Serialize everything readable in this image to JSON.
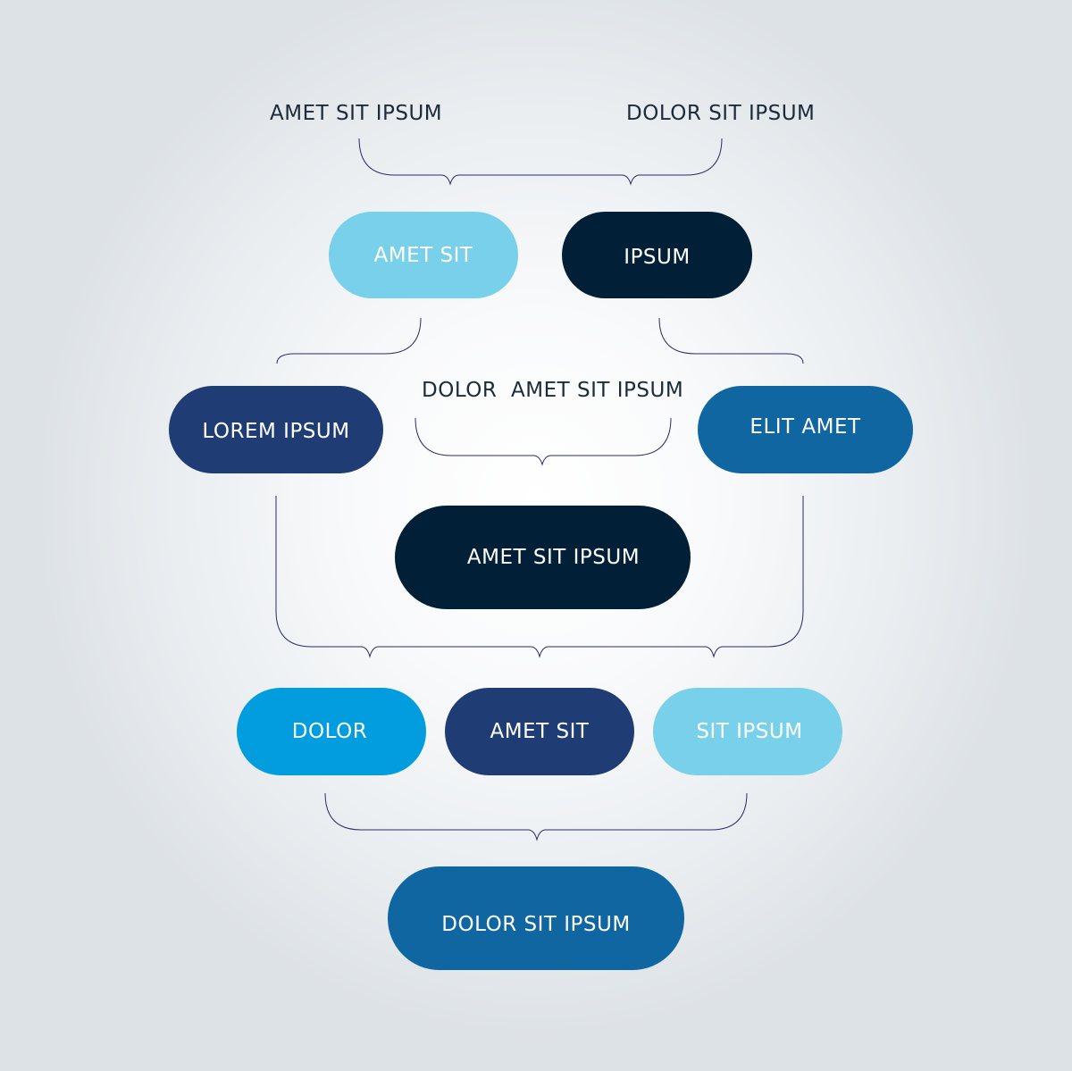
{
  "colors": {
    "light_blue": "#79d0ea",
    "navy_dark": "#012037",
    "royal_blue": "#1f3d74",
    "mid_blue": "#0f66a1",
    "bright_blue": "#029dde",
    "connector_line": "#2a2a6a"
  },
  "top_labels": {
    "left": "AMET SIT IPSUM",
    "right": "DOLOR SIT IPSUM"
  },
  "middle_label": "DOLOR  AMET SIT IPSUM",
  "nodes": {
    "row1_left": "AMET SIT",
    "row1_right": "IPSUM",
    "row2_left": "LOREM IPSUM",
    "row2_right": "ELIT AMET",
    "center": "AMET SIT IPSUM",
    "row4_left": "DOLOR",
    "row4_middle": "AMET SIT",
    "row4_right": "SIT IPSUM",
    "bottom": "DOLOR SIT IPSUM"
  }
}
